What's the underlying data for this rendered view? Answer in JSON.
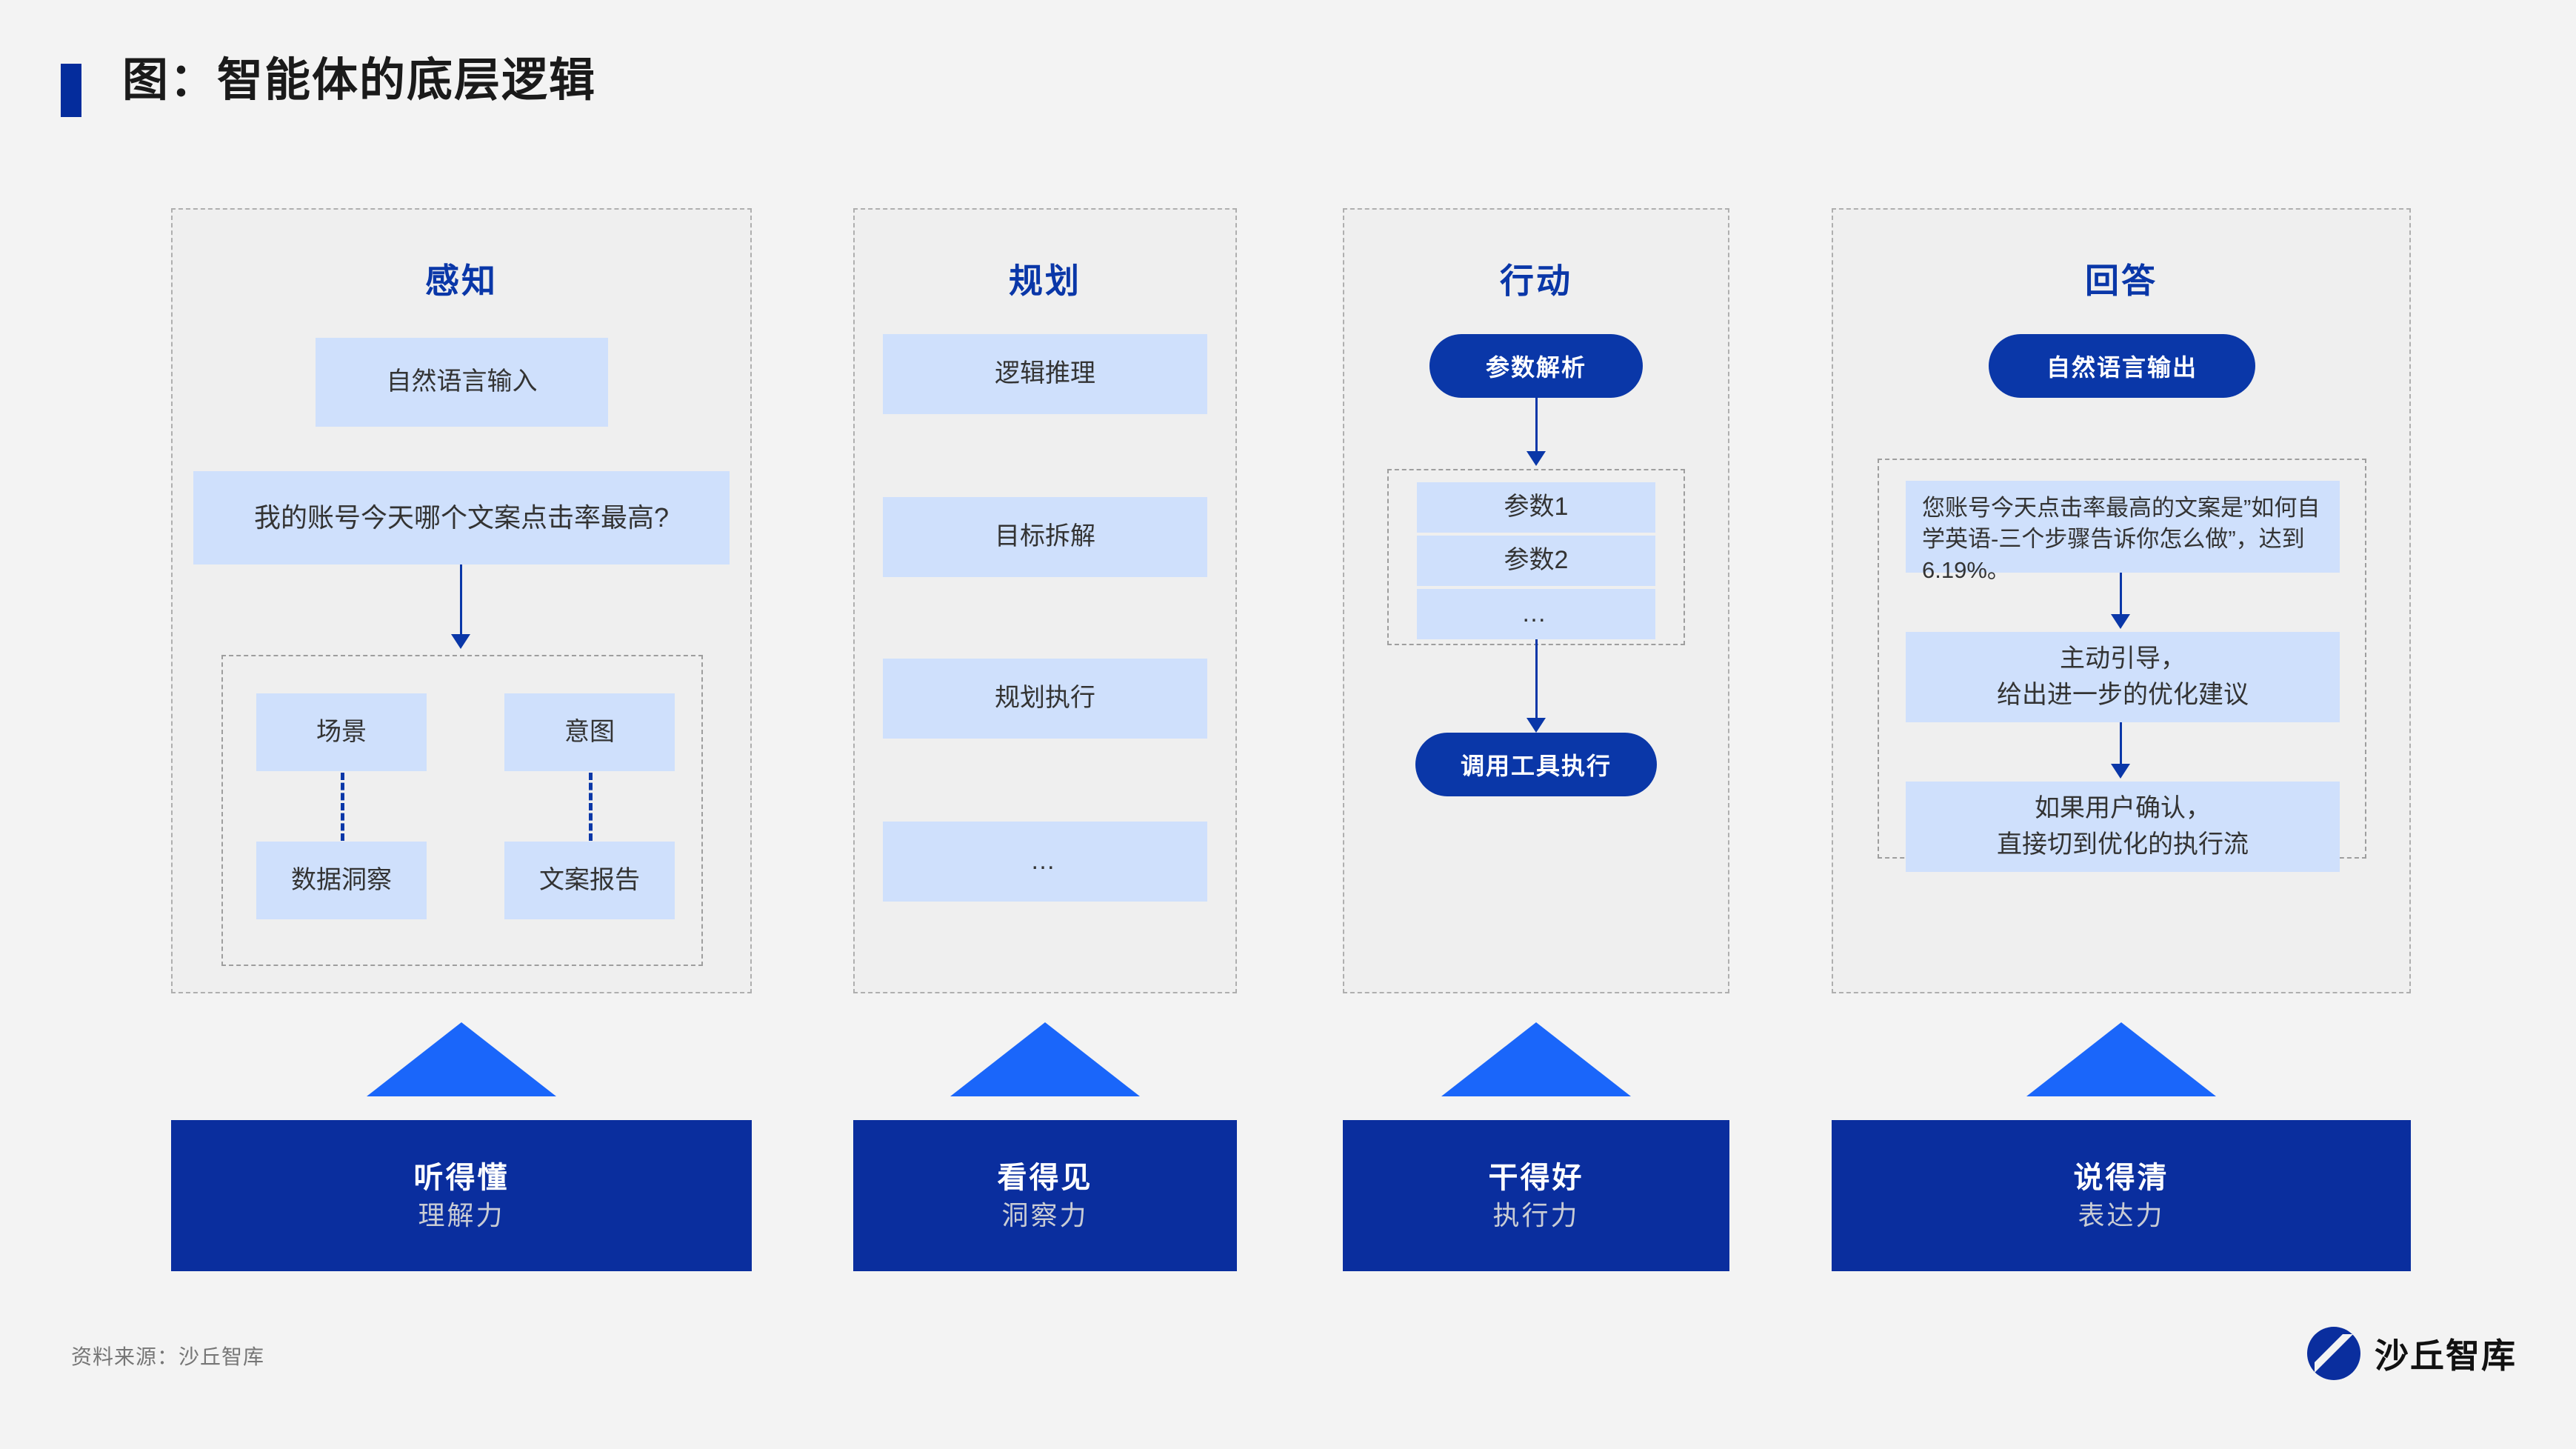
{
  "header": {
    "title": "图：智能体的底层逻辑",
    "accent_color": "#042C9C"
  },
  "colors": {
    "page_bg": "#F3F3F3",
    "panel_bg": "#EFEFEF",
    "panel_border": "#AFAFAF",
    "light_blue_box": "#CFE0FC",
    "deep_blue": "#0A37A8",
    "footer_box_blue": "#0A2E9E",
    "triangle_blue": "#1A66FA",
    "title_text": "#1A1A1A",
    "box_text": "#333333",
    "footer_sub_text": "#C9CCD4"
  },
  "columns": [
    {
      "key": "perception",
      "title": "感知",
      "input_box": "自然语言输入",
      "query_box": "我的账号今天哪个文案点击率最高?",
      "inner_grid": [
        {
          "top": "场景",
          "bottom": "数据洞察"
        },
        {
          "top": "意图",
          "bottom": "文案报告"
        }
      ],
      "footer": {
        "main": "听得懂",
        "sub": "理解力"
      }
    },
    {
      "key": "planning",
      "title": "规划",
      "items": [
        "逻辑推理",
        "目标拆解",
        "规划执行",
        "…"
      ],
      "footer": {
        "main": "看得见",
        "sub": "洞察力"
      }
    },
    {
      "key": "action",
      "title": "行动",
      "top_pill": "参数解析",
      "params": [
        "参数1",
        "参数2",
        "…"
      ],
      "bottom_pill": "调用工具执行",
      "footer": {
        "main": "干得好",
        "sub": "执行力"
      }
    },
    {
      "key": "answer",
      "title": "回答",
      "top_pill": "自然语言输出",
      "steps": [
        "您账号今天点击率最高的文案是”如何自学英语-三个步骤告诉你怎么做”，达到6.19%。",
        "主动引导，\n给出进一步的优化建议",
        "如果用户确认，\n直接切到优化的执行流"
      ],
      "footer": {
        "main": "说得清",
        "sub": "表达力"
      }
    }
  ],
  "footer": {
    "source": "资料来源：沙丘智库",
    "logo_text": "沙丘智库",
    "logo_icon": "sandhill-s-mark"
  }
}
